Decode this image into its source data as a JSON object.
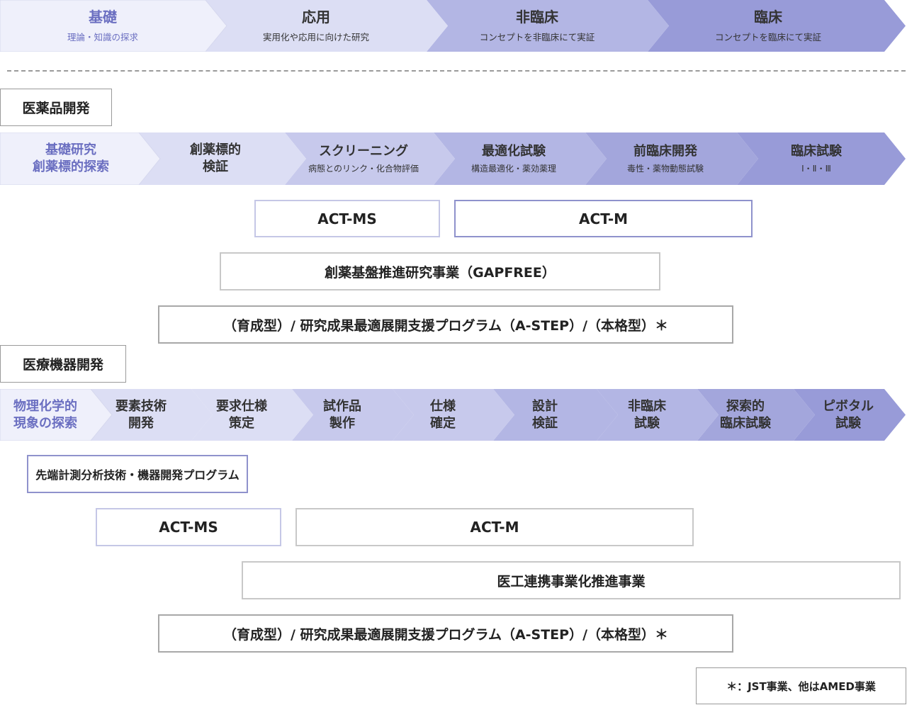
{
  "phases": [
    {
      "title": "基礎",
      "sub": "理論・知識の探求"
    },
    {
      "title": "応用",
      "sub": "実用化や応用に向けた研究"
    },
    {
      "title": "非臨床",
      "sub": "コンセプトを非臨床にて実証"
    },
    {
      "title": "臨床",
      "sub": "コンセプトを臨床にて実証"
    }
  ],
  "drug": {
    "label": "医薬品開発",
    "stages": [
      {
        "line1": "基礎研究",
        "line2": "創薬標的探索",
        "sub": ""
      },
      {
        "line1": "創薬標的",
        "line2": "検証",
        "sub": ""
      },
      {
        "line1": "スクリーニング",
        "line2": "",
        "sub": "病態とのリンク・化合物評価"
      },
      {
        "line1": "最適化試験",
        "line2": "",
        "sub": "構造最適化・薬効薬理"
      },
      {
        "line1": "前臨床開発",
        "line2": "",
        "sub": "毒性・薬物動態試験"
      },
      {
        "line1": "臨床試験",
        "line2": "",
        "sub": "Ⅰ・Ⅱ・Ⅲ"
      }
    ],
    "programs": {
      "act_ms": "ACT-MS",
      "act_m": "ACT-M",
      "gapfree": "創薬基盤推進研究事業（GAPFREE）",
      "astep": "（育成型）/  研究成果最適展開支援プログラム（A-STEP）/（本格型）＊"
    }
  },
  "device": {
    "label": "医療機器開発",
    "stages": [
      {
        "line1": "物理化学的",
        "line2": "現象の探索"
      },
      {
        "line1": "要素技術",
        "line2": "開発"
      },
      {
        "line1": "要求仕様",
        "line2": "策定"
      },
      {
        "line1": "試作品",
        "line2": "製作"
      },
      {
        "line1": "仕様",
        "line2": "確定"
      },
      {
        "line1": "設計",
        "line2": "検証"
      },
      {
        "line1": "非臨床",
        "line2": "試験"
      },
      {
        "line1": "探索的",
        "line2": "臨床試験"
      },
      {
        "line1": "ピボタル",
        "line2": "試験"
      }
    ],
    "programs": {
      "sentan": "先端計測分析技術・機器開発プログラム",
      "act_ms": "ACT-MS",
      "act_m": "ACT-M",
      "ikou": "医工連携事業化推進事業",
      "astep": "（育成型）/  研究成果最適展開支援プログラム（A-STEP）/（本格型）＊"
    }
  },
  "footnote": "＊：JST事業、他はAMED事業",
  "colors": {
    "fill_1": "#eff0fb",
    "fill_2": "#dcdef4",
    "fill_3": "#c7c9ec",
    "fill_4": "#b3b6e4",
    "fill_5": "#a3a6dc",
    "fill_6": "#989bd8",
    "accent_text": "#6b6fc1",
    "border": "#9a9a9a"
  }
}
